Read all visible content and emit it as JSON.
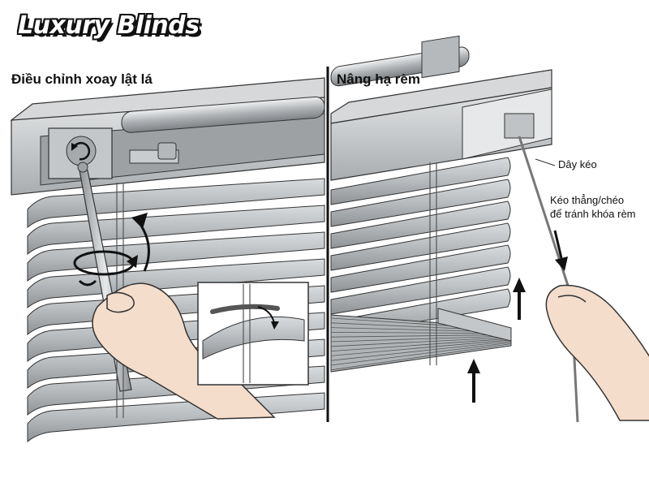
{
  "logo": {
    "text": "Luxury Blinds"
  },
  "left_panel": {
    "title": "Điều chỉnh xoay lật lá"
  },
  "right_panel": {
    "title": "Nâng hạ rèm",
    "cord_label": "Dây kéo",
    "pull_note_line1": "Kéo thẳng/chéo",
    "pull_note_line2": "để tránh khóa rèm"
  },
  "colors": {
    "slat": "#b9bdc0",
    "slat_dark": "#8e9295",
    "rail": "#c7cacc",
    "line": "#333333",
    "skin": "#f4ddcb"
  }
}
